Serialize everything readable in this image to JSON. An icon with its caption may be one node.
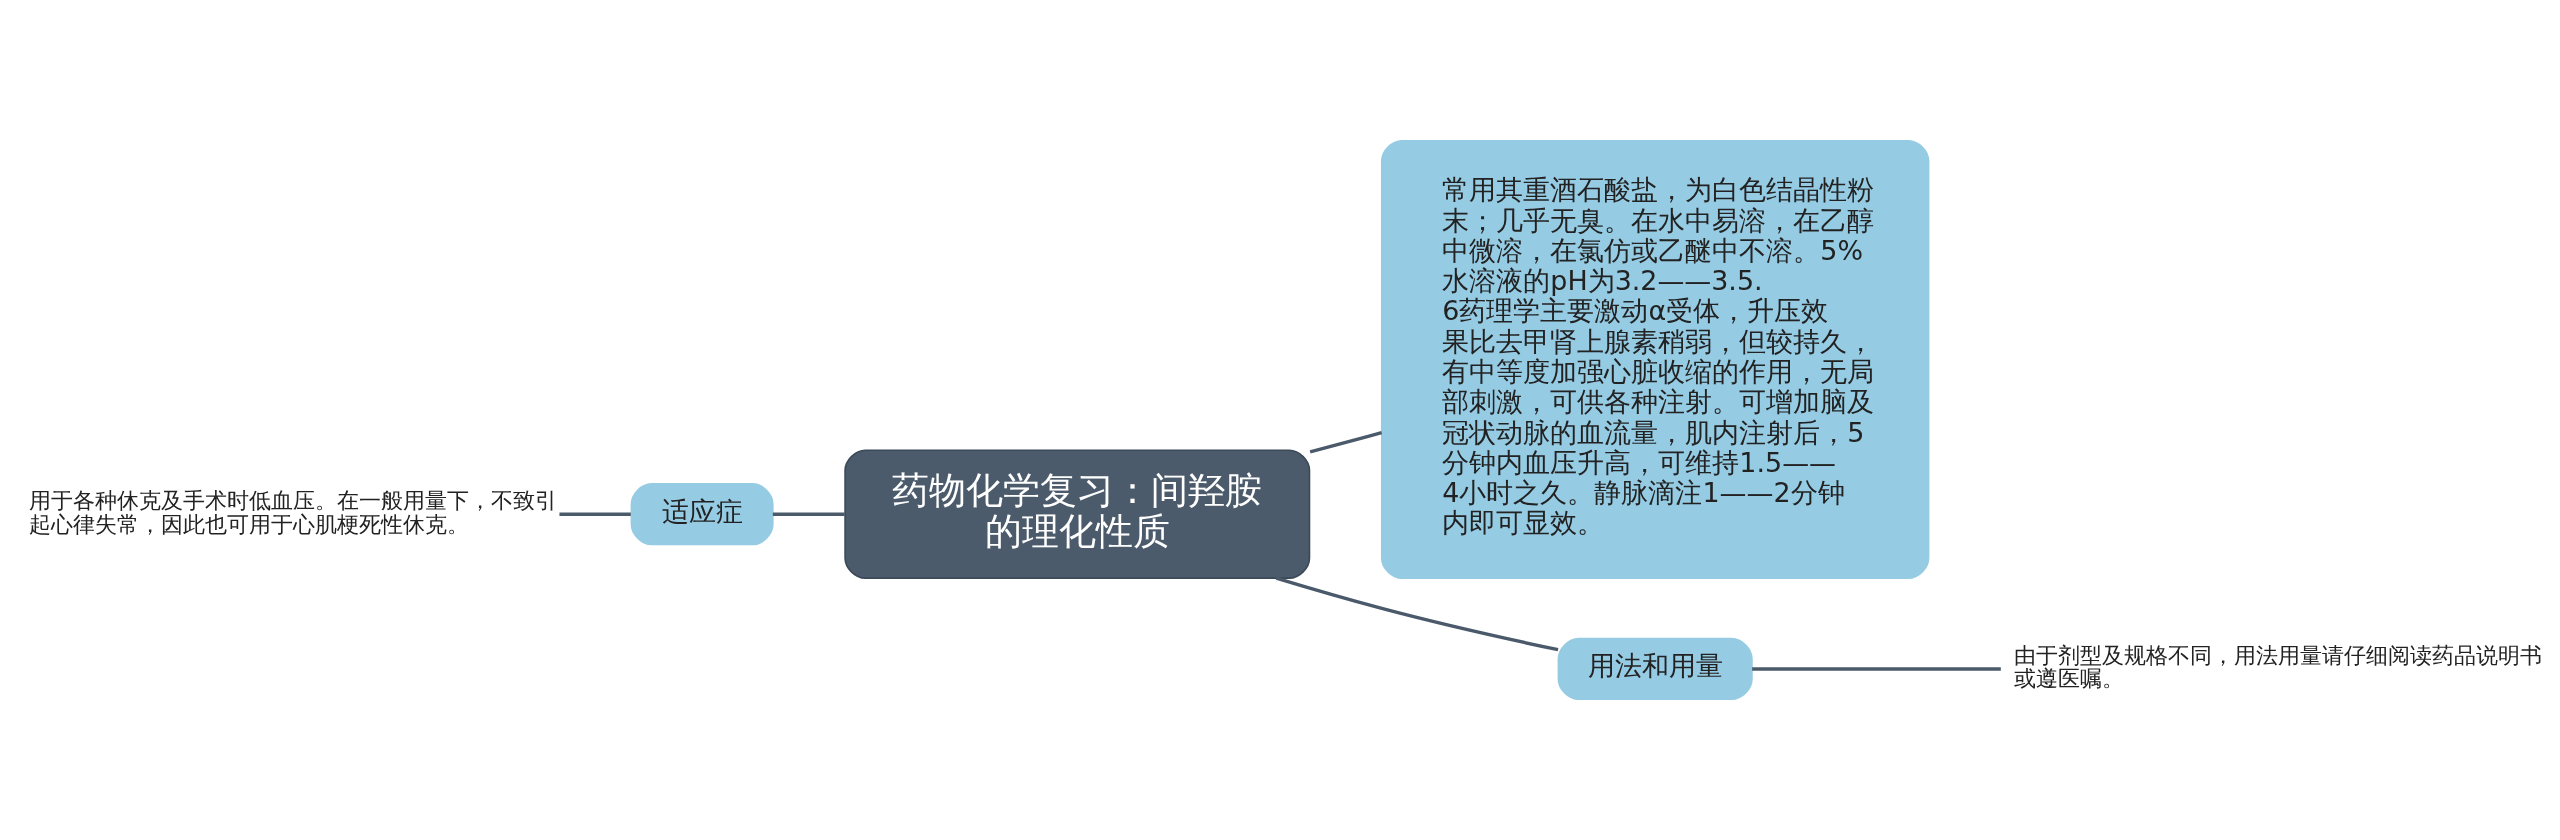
{
  "diagram": {
    "nodes": [
      {
        "text": [
          "药物化学复习：间羟胺的理化性质"
        ]
      },
      {
        "text": [
          "常用其重酒石酸盐，为白色结晶性粉末；几乎无臭。在水中易溶，在乙醇中微溶，在氯仿或乙醚中不溶。5%水溶液的pH为3.2——3.5. 6药理学主要激动α受体，升压效果比去甲肾上腺素稍弱，但较持久，有中等度加强心脏收缩的作用，无局部刺激，可供各种注射。可增加脑及冠状动脉的血流量，肌内注射后，5分钟内血压升高，可维持1.5——4小时之久。静脉滴注1——2分钟内即可显效。"
        ]
      },
      {
        "text": [
          "适应症"
        ]
      },
      {
        "text": [
          "用于各种休克及手术时低血压。在一般用量下，不致引起心律失常，因此也可用于心肌梗死性休克。"
        ]
      },
      {
        "text": [
          "用法和用量"
        ]
      },
      {
        "text": [
          "由于剂型及规格不同，用法用量请仔细阅读药品说明书或遵医嘱。"
        ]
      }
    ],
    "edges": [
      {
        "from": 0,
        "to": 1,
        "arrow": "none"
      },
      {
        "from": 0,
        "to": 2,
        "arrow": "none"
      },
      {
        "from": 2,
        "to": 3,
        "arrow": "none"
      },
      {
        "from": 0,
        "to": 4,
        "arrow": "none"
      },
      {
        "from": 4,
        "to": 5,
        "arrow": "none"
      }
    ]
  }
}
